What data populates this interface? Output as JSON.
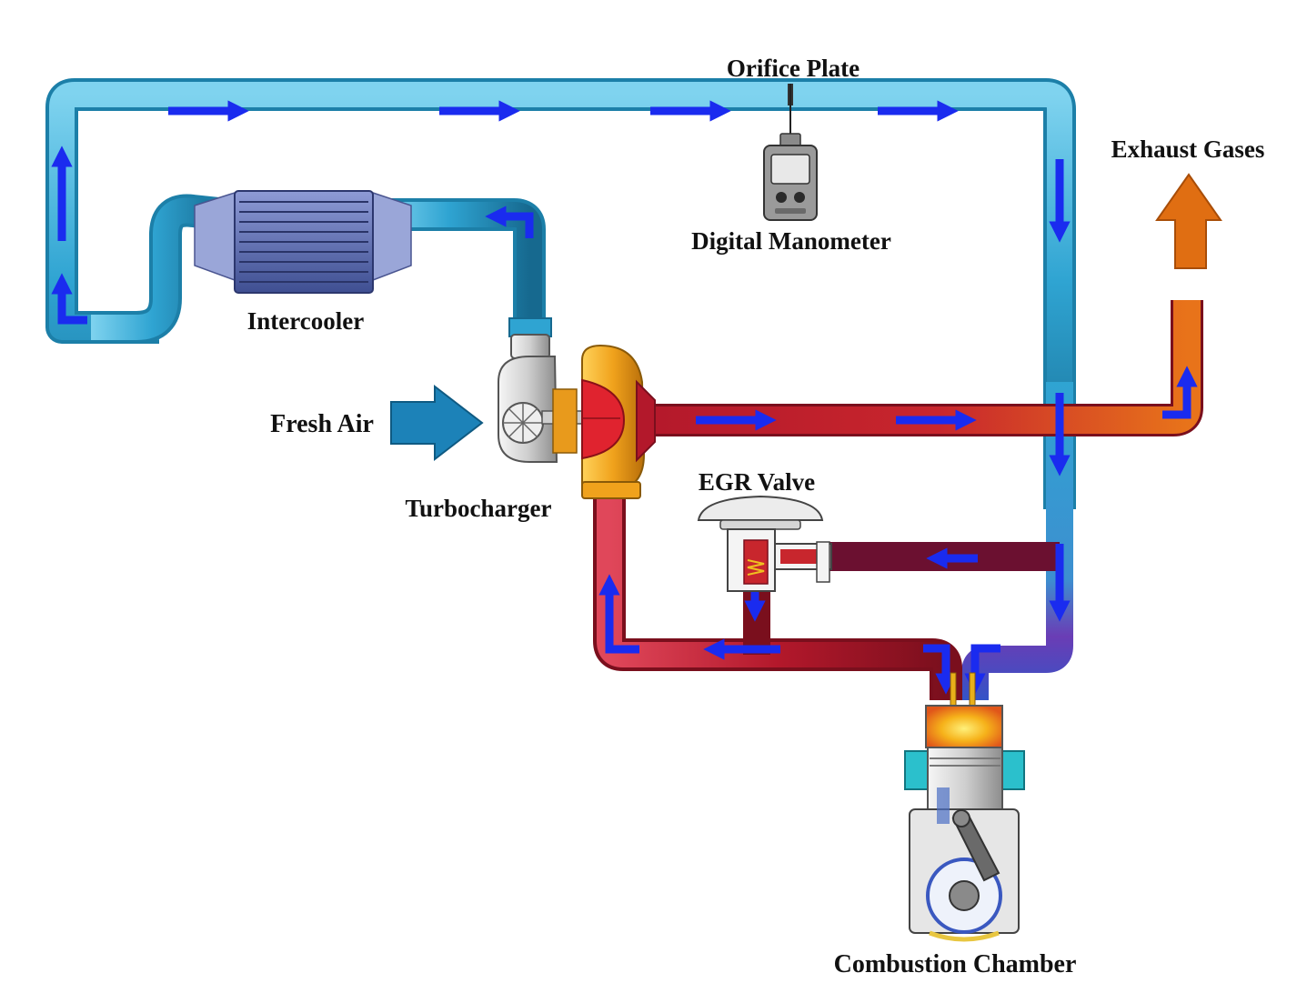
{
  "labels": {
    "orifice_plate": "Orifice Plate",
    "digital_manometer": "Digital Manometer",
    "exhaust_gases": "Exhaust Gases",
    "intercooler": "Intercooler",
    "fresh_air": "Fresh Air",
    "turbocharger": "Turbocharger",
    "egr_valve": "EGR Valve",
    "combustion_chamber": "Combustion Chamber"
  },
  "colors": {
    "intake_pipe": "#2fa4d2",
    "intake_pipe_dark": "#16698f",
    "exhaust_pipe": "#b3182b",
    "exhaust_pipe_hot": "#e8731a",
    "flow_arrow": "#1a2bef",
    "fresh_air_arrow": "#1c82b8",
    "exhaust_out_arrow": "#e06e12",
    "turbine_housing": "#f0a21c",
    "compressor_housing": "#d9d9d9",
    "intercooler_core": "#5b6cb0",
    "flame": "#f6b21a"
  },
  "icons": {
    "orifice_plate": "orifice-plate-icon",
    "digital_manometer": "manometer-icon",
    "intercooler": "intercooler-icon",
    "turbocharger": "turbocharger-icon",
    "egr_valve": "egr-valve-icon",
    "engine_cylinder": "engine-cylinder-icon"
  }
}
